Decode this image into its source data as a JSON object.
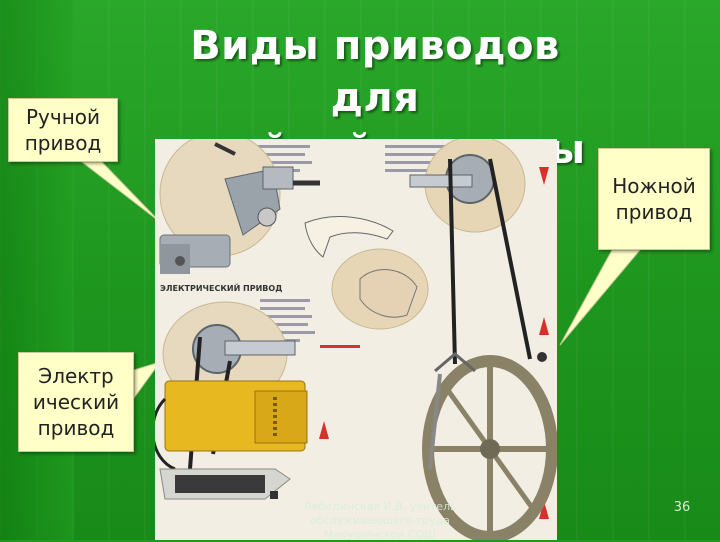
{
  "slide": {
    "title_line1": "Виды приводов для",
    "title_line2": "швейной машины",
    "callouts": {
      "manual": [
        "Ручной",
        "привод"
      ],
      "foot": [
        "Ножной",
        "привод"
      ],
      "electric": [
        "Электр",
        "ический",
        "привод"
      ]
    },
    "poster_heading": "ЭЛЕКТРИЧЕСКИЙ ПРИВОД",
    "footer_lines": [
      "Лебединская И.В. учитель",
      "обслуживающего труда",
      "Макушинской СОШ"
    ],
    "page_number": "36"
  },
  "colors": {
    "background": "#1f9a1f",
    "callout_fill": "#ffffc8",
    "title": "#ffffff"
  }
}
